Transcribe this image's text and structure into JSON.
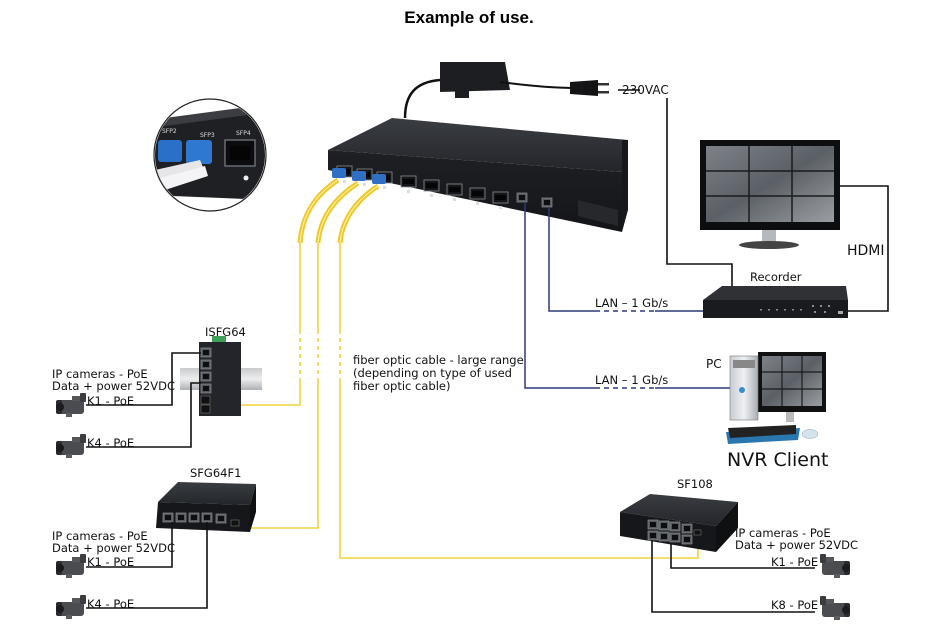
{
  "title": "Example of use.",
  "colors": {
    "fiber": "#f2d33b",
    "lan": "#2c3a7a",
    "poe_cable": "#111111",
    "power_cable": "#111111",
    "device_body": "#2b2d30"
  },
  "main_switch": {
    "sfp_ports": 8,
    "rj45_ports": 2,
    "inset_port_labels": [
      "SFP2",
      "SFP3",
      "SFP4"
    ],
    "power_label": "230VAC"
  },
  "fiber_note": {
    "line1": "fiber optic cable - large range",
    "line2": "(depending on type of used",
    "line3": "fiber optic cable)"
  },
  "recorder": {
    "label": "Recorder",
    "lan_label": "LAN – 1 Gb/s",
    "hdmi_label": "HDMI"
  },
  "pc": {
    "label": "PC",
    "lan_label": "LAN – 1 Gb/s",
    "client_label": "NVR Client"
  },
  "switches": [
    {
      "model": "ISFG64",
      "cameras_title": "IP cameras - PoE",
      "cameras_subtitle": "Data + power 52VDC",
      "first_camera": "K1 - PoE",
      "last_camera": "K4 - PoE"
    },
    {
      "model": "SFG64F1",
      "cameras_title": "IP cameras - PoE",
      "cameras_subtitle": "Data + power 52VDC",
      "first_camera": "K1 - PoE",
      "last_camera": "K4 - PoE"
    },
    {
      "model": "SF108",
      "cameras_title": "IP cameras - PoE",
      "cameras_subtitle": "Data + power 52VDC",
      "first_camera": "K1 - PoE",
      "last_camera": "K8 - PoE"
    }
  ]
}
